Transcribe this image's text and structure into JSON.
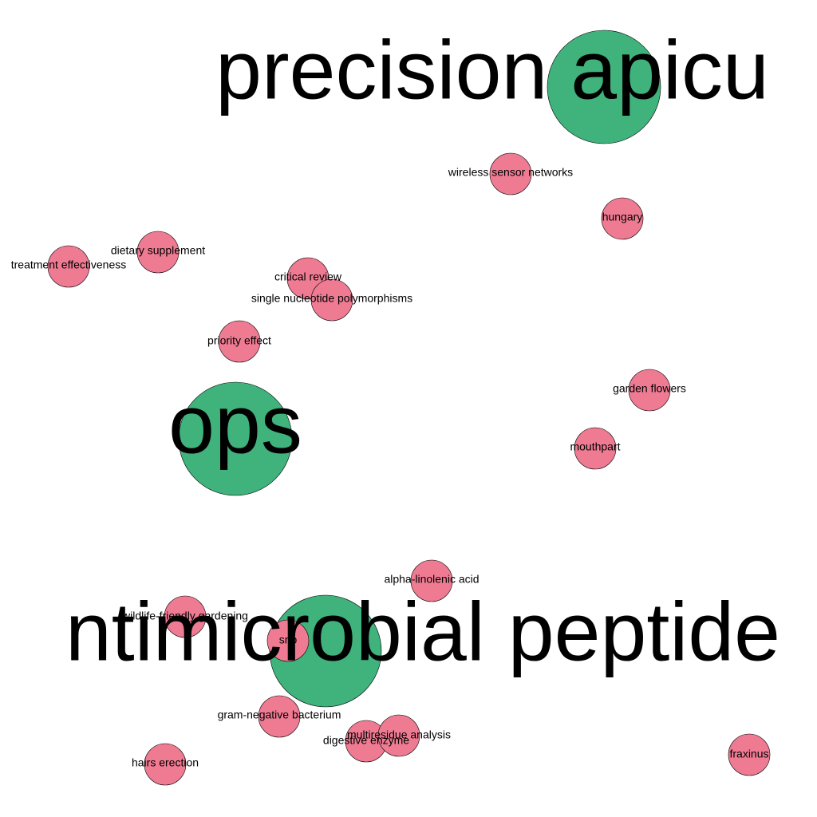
{
  "palette": {
    "hub": "#40b27c",
    "leaf": "#ef7b93",
    "stroke": "#000000",
    "text": "#000000",
    "background": "#ffffff"
  },
  "nodes": [
    {
      "id": "precision-apiculture-hub",
      "label": "precision apicu",
      "kind": "hub"
    },
    {
      "id": "ops-hub",
      "label": "ops",
      "kind": "hub"
    },
    {
      "id": "antimicrobial-peptides-hub",
      "label": "ntimicrobial peptide",
      "kind": "hub"
    },
    {
      "id": "wireless-sensor-networks",
      "label": "wireless sensor networks",
      "kind": "leaf"
    },
    {
      "id": "hungary",
      "label": "hungary",
      "kind": "leaf"
    },
    {
      "id": "dietary-supplement",
      "label": "dietary supplement",
      "kind": "leaf"
    },
    {
      "id": "treatment-effectiveness",
      "label": "treatment effectiveness",
      "kind": "leaf"
    },
    {
      "id": "critical-review",
      "label": "critical review",
      "kind": "leaf"
    },
    {
      "id": "single-nucleotide-polymorphisms",
      "label": "single nucleotide polymorphisms",
      "kind": "leaf"
    },
    {
      "id": "priority-effect",
      "label": "priority effect",
      "kind": "leaf"
    },
    {
      "id": "garden-flowers",
      "label": "garden flowers",
      "kind": "leaf"
    },
    {
      "id": "mouthpart",
      "label": "mouthpart",
      "kind": "leaf"
    },
    {
      "id": "alpha-linolenic-acid",
      "label": "alpha-linolenic acid",
      "kind": "leaf"
    },
    {
      "id": "wildlife-friendly-gardening",
      "label": "wildlife-friendly gardening",
      "kind": "leaf"
    },
    {
      "id": "snp",
      "label": "snp",
      "kind": "leaf"
    },
    {
      "id": "gram-negative-bacterium",
      "label": "gram-negative bacterium",
      "kind": "leaf"
    },
    {
      "id": "multiresidue-analysis",
      "label": "multiresidue analysis",
      "kind": "leaf"
    },
    {
      "id": "digestive-enzyme",
      "label": "digestive enzyme",
      "kind": "leaf"
    },
    {
      "id": "hairs-erection",
      "label": "hairs erection",
      "kind": "leaf"
    },
    {
      "id": "fraxinus",
      "label": "fraxinus",
      "kind": "leaf"
    }
  ]
}
